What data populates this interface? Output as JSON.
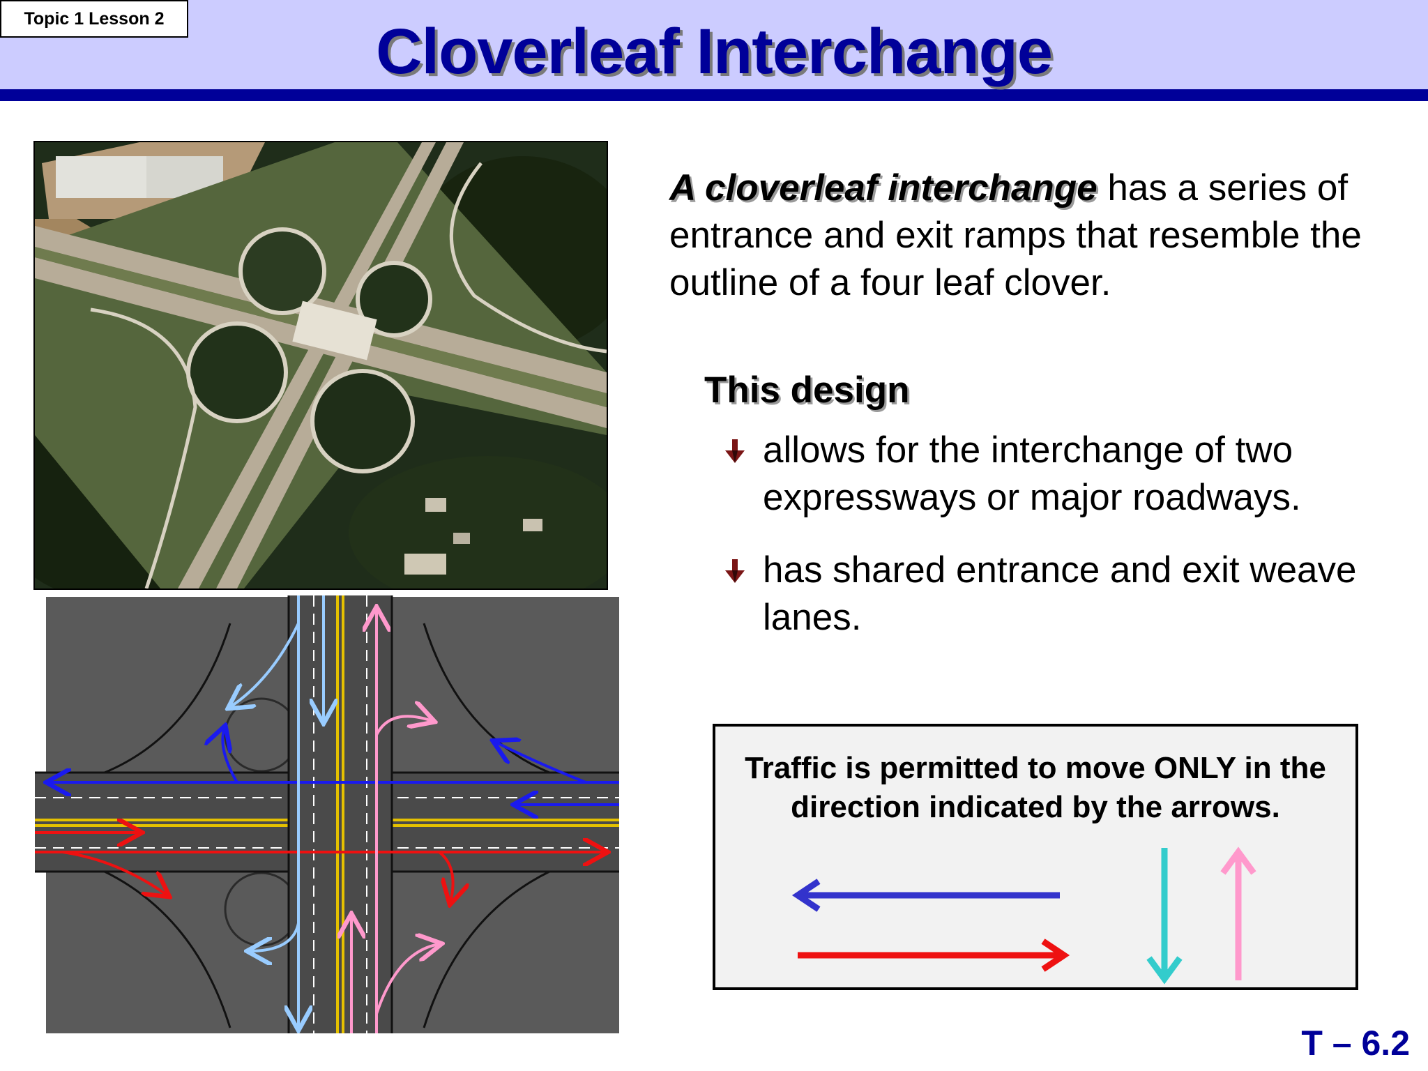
{
  "header": {
    "topic_label": "Topic 1 Lesson 2",
    "title": "Cloverleaf Interchange"
  },
  "intro": {
    "term": "A cloverleaf interchange",
    "rest": " has a series of entrance and exit ramps that resemble the outline of a four leaf clover."
  },
  "design": {
    "heading": "This design",
    "bullets": [
      "allows for the interchange of two expressways or major roadways.",
      "has shared entrance and exit weave lanes."
    ]
  },
  "legend": {
    "text": "Traffic is permitted to move ONLY in the direction indicated by the arrows.",
    "arrows": [
      {
        "direction": "left",
        "color": "#3333cc"
      },
      {
        "direction": "right",
        "color": "#ee1111"
      },
      {
        "direction": "down",
        "color": "#33cccc"
      },
      {
        "direction": "up",
        "color": "#ff99cc"
      }
    ]
  },
  "slide_number": "T – 6.2",
  "colors": {
    "header_bg": "#ccccff",
    "header_rule": "#000099",
    "title": "#000099",
    "westbound": "#1a1aee",
    "eastbound": "#ee1111",
    "southbound": "#99ccff",
    "northbound": "#ff99cc"
  },
  "images": {
    "photo": "aerial-cloverleaf-photo",
    "diagram": "cloverleaf-traffic-diagram"
  }
}
